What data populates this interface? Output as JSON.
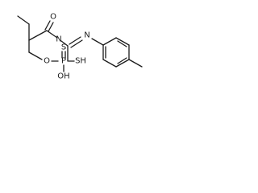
{
  "molecule": {
    "atoms": {
      "o_carbonyl": "O",
      "n_amide": "N",
      "n_imine": "N",
      "o_ester": "O",
      "p": "P",
      "s_double": "S",
      "s_thiol": "SH",
      "o_hydroxyl": "OH"
    }
  }
}
